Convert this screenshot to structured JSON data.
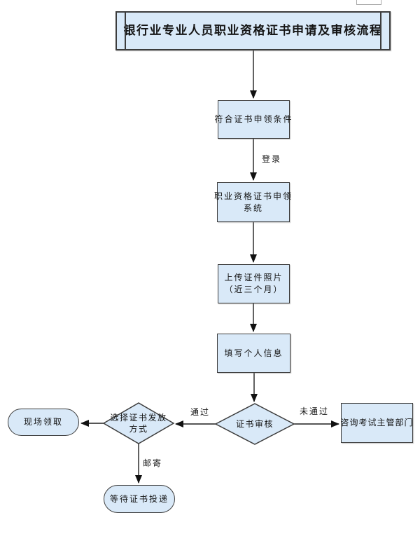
{
  "title": {
    "text": "银行业专业人员职业资格证书申请及审核流程"
  },
  "nodes": {
    "eligibility": {
      "text": "符合证书申领条件"
    },
    "system": {
      "line1": "职业资格证书申领",
      "line2": "系统"
    },
    "photo": {
      "line1": "上传证件照片",
      "line2": "（近三个月）"
    },
    "personal_info": {
      "text": "填写个人信息"
    },
    "review": {
      "text": "证书审核"
    },
    "issuance_method": {
      "line1": "选择证书发放",
      "line2": "方式"
    },
    "consult_department": {
      "text": "咨询考试主管部门"
    },
    "onsite_pickup": {
      "text": "现场领取"
    },
    "wait_delivery": {
      "text": "等待证书投递"
    }
  },
  "edge_labels": {
    "login": "登录",
    "pass": "通过",
    "fail": "未通过",
    "mail": "邮寄"
  },
  "colors": {
    "node_fill": "#d9e9f8",
    "node_border": "#3c3c3c",
    "connector": "#1f1f1f",
    "text": "#141414"
  }
}
